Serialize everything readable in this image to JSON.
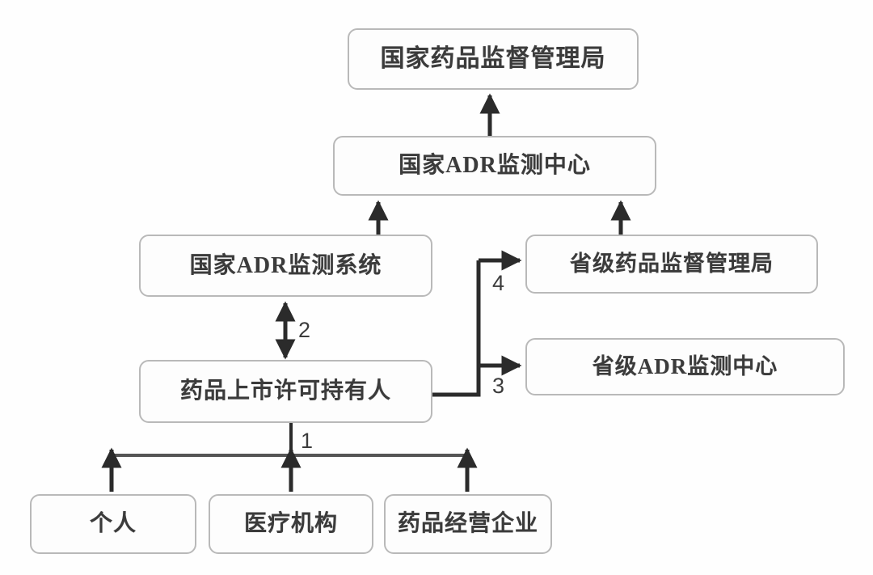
{
  "diagram": {
    "type": "flowchart",
    "title_visible": false,
    "background_color": "#fefefe",
    "node_border_color": "#b9b9b9",
    "edge_color": "#2b2b2b",
    "text_color": "#3b3b3b",
    "nodes": [
      {
        "id": "nmpa",
        "label": "国家药品监督管理局"
      },
      {
        "id": "nadrc",
        "label": "国家ADR监测中心"
      },
      {
        "id": "nadrsys",
        "label": "国家ADR监测系统"
      },
      {
        "id": "prov_nmpa",
        "label": "省级药品监督管理局"
      },
      {
        "id": "prov_adrc",
        "label": "省级ADR监测中心"
      },
      {
        "id": "mah",
        "label": "药品上市许可持有人"
      },
      {
        "id": "individual",
        "label": "个人"
      },
      {
        "id": "medical",
        "label": "医疗机构"
      },
      {
        "id": "distributor",
        "label": "药品经营企业"
      }
    ],
    "edge_labels": {
      "e1": "1",
      "e2": "2",
      "e3": "3",
      "e4": "4"
    },
    "edges": [
      {
        "from": "nadrc",
        "to": "nmpa",
        "arrow": "single",
        "label": ""
      },
      {
        "from": "nadrsys",
        "to": "nadrc",
        "arrow": "single",
        "label": ""
      },
      {
        "from": "prov_nmpa",
        "to": "nadrc",
        "arrow": "single",
        "label": ""
      },
      {
        "from": "mah",
        "to": "nadrsys",
        "arrow": "double",
        "label": "2"
      },
      {
        "from": "mah",
        "to": "prov_adrc",
        "arrow": "single",
        "label": "3"
      },
      {
        "from": "mah",
        "to": "prov_nmpa",
        "arrow": "single",
        "label": "4"
      },
      {
        "from": "individual",
        "to": "mah",
        "arrow": "single",
        "label": "1"
      },
      {
        "from": "medical",
        "to": "mah",
        "arrow": "single",
        "label": "1"
      },
      {
        "from": "distributor",
        "to": "mah",
        "arrow": "single",
        "label": "1"
      }
    ]
  }
}
